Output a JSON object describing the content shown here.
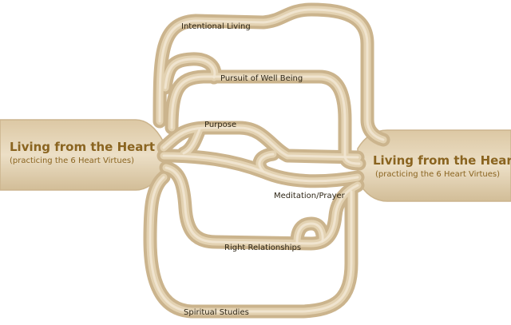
{
  "left_block": {
    "title": "Living from the Heart",
    "subtitle": "(practicing the 6 Heart Virtues)"
  },
  "right_block": {
    "title": "Living from the Heart",
    "subtitle": "(practicing the 6 Heart Virtues)"
  },
  "paths": [
    "Intentional Living",
    "Pursuit of Well Being",
    "Purpose",
    "Meditation/Prayer",
    "Right Relationships",
    "Spiritual Studies"
  ],
  "colors": {
    "tube_edge": "#cbb48d",
    "tube_fill": "#e3d2b2",
    "highlight": "#f1e6d2",
    "title_text": "#8a6420",
    "label_text": "#2e2616"
  }
}
